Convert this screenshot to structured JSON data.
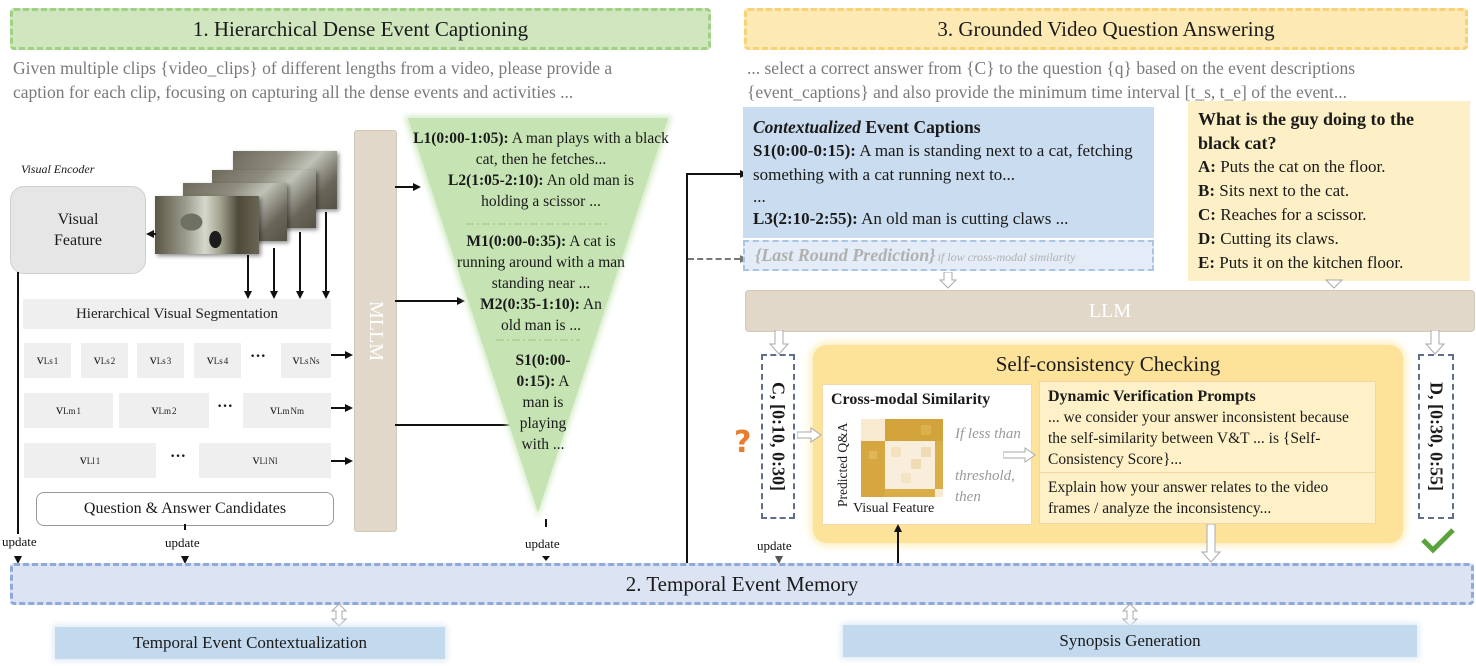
{
  "section1": {
    "title": "1. Hierarchical Dense Event Captioning",
    "prompt_line1": "Given multiple clips {video_clips} of different lengths from a video, please provide a",
    "prompt_line2": "caption for each clip, focusing on capturing all the dense events and activities ...",
    "visual_encoder_label": "Visual Encoder",
    "visual_feature_line1": "Visual",
    "visual_feature_line2": "Feature",
    "segmentation_label": "Hierarchical Visual Segmentation",
    "short_tokens": [
      {
        "base": "v",
        "sup": "Ls",
        "sub": "1"
      },
      {
        "base": "v",
        "sup": "Ls",
        "sub": "2"
      },
      {
        "base": "v",
        "sup": "Ls",
        "sub": "3"
      },
      {
        "base": "v",
        "sup": "Ls",
        "sub": "4"
      },
      {
        "base": "v",
        "sup": "Ls",
        "sub": "Ns"
      }
    ],
    "medium_tokens": [
      {
        "base": "v",
        "sup": "Lm",
        "sub": "1"
      },
      {
        "base": "v",
        "sup": "Lm",
        "sub": "2"
      },
      {
        "base": "v",
        "sup": "Lm",
        "sub": "Nm"
      }
    ],
    "long_tokens": [
      {
        "base": "v",
        "sup": "Ll",
        "sub": "1"
      },
      {
        "base": "v",
        "sup": "Ll",
        "sub": "Nl"
      }
    ],
    "ellipsis": "···",
    "qa_candidates_label": "Question & Answer Candidates",
    "mllm_label": "MLLM",
    "captions": {
      "long": [
        {
          "id": "L1(0:00-1:05):",
          "text": " A man plays with a black cat, then he fetches..."
        },
        {
          "id": "L2(1:05-2:10):",
          "text": " An old man is holding a scissor ..."
        }
      ],
      "medium": [
        {
          "id": "M1(0:00-0:35):",
          "text": " A cat is running around with a man standing near ..."
        },
        {
          "id": "M2(0:35-1:10):",
          "text": " An old man is ..."
        }
      ],
      "short": [
        {
          "id": "S1(0:00-0:15):",
          "text": " A man is playing with ..."
        }
      ]
    },
    "update_label": "update"
  },
  "section2": {
    "title": "2. Temporal Event Memory",
    "contextualization_label": "Temporal Event Contextualization",
    "synopsis_label": "Synopsis Generation"
  },
  "section3": {
    "title": "3. Grounded Video Question Answering",
    "prompt_line1": "... select a correct answer from {C} to the question {q} based on the event descriptions",
    "prompt_line2": "{event_captions} and also provide the minimum time interval [t_s, t_e] of the event...",
    "contextualized": {
      "title_italic": "Contextualized",
      "title_rest": " Event Captions",
      "lines": [
        {
          "id": "S1(0:00-0:15):",
          "text": " A man is standing next to a cat, fetching something with a cat running next to..."
        },
        {
          "id": "",
          "text": "..."
        },
        {
          "id": "L3(2:10-2:55):",
          "text": " An old man is cutting claws ..."
        }
      ]
    },
    "last_round": {
      "main": "{Last Round Prediction}",
      "note": " if low cross-modal similarity"
    },
    "question": {
      "text": "What is the guy doing to the black cat?",
      "options": [
        {
          "key": "A:",
          "text": " Puts the cat on the floor."
        },
        {
          "key": "B:",
          "text": " Sits next to the cat."
        },
        {
          "key": "C:",
          "text": " Reaches for a scissor."
        },
        {
          "key": "D:",
          "text": " Cutting its claws."
        },
        {
          "key": "E:",
          "text": " Puts it on the kitchen floor."
        }
      ]
    },
    "llm_label": "LLM",
    "first_prediction": "C, [0:10, 0:30]",
    "final_prediction": "D, [0:30, 0:55]",
    "question_mark": "?",
    "checkmark": "✓",
    "self_consistency": {
      "title": "Self-consistency Checking",
      "cross_modal_title": "Cross-modal Similarity",
      "y_axis_label": "Predicted Q&A",
      "x_axis_label": "Visual Feature",
      "if_less_than": "If less than",
      "threshold_then_1": "threshold,",
      "threshold_then_2": "then",
      "dvp_title": "Dynamic Verification Prompts",
      "dvp_text": "... we consider your answer inconsistent because the self-similarity between V&T ... is  {Self-Consistency Score}...",
      "explain_text": "Explain how your answer relates to the video frames / analyze the inconsistency..."
    },
    "update_label": "update"
  },
  "colors": {
    "green": "#cfe6bf",
    "yellow": "#fde9b3",
    "blue": "#dce4f4",
    "llm": "#e1d8c9",
    "orange": "#e87d2f",
    "check_green": "#5aa33b"
  }
}
